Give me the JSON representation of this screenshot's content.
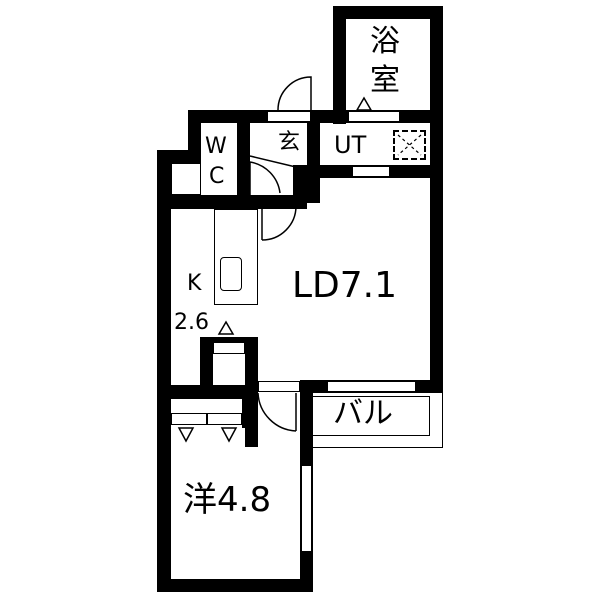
{
  "floorplan": {
    "rooms": {
      "bath": {
        "line1": "浴",
        "line2": "室"
      },
      "toilet": {
        "line1": "W",
        "line2": "C"
      },
      "entrance": {
        "label": "玄"
      },
      "utility": {
        "label": "UT"
      },
      "kitchen": {
        "name": "K",
        "size": "2.6"
      },
      "living_dining": {
        "label": "LD7.1"
      },
      "balcony": {
        "label": "バル"
      },
      "western_room": {
        "label": "洋4.8"
      }
    },
    "colors": {
      "wall": "#000000",
      "background": "#ffffff"
    }
  }
}
